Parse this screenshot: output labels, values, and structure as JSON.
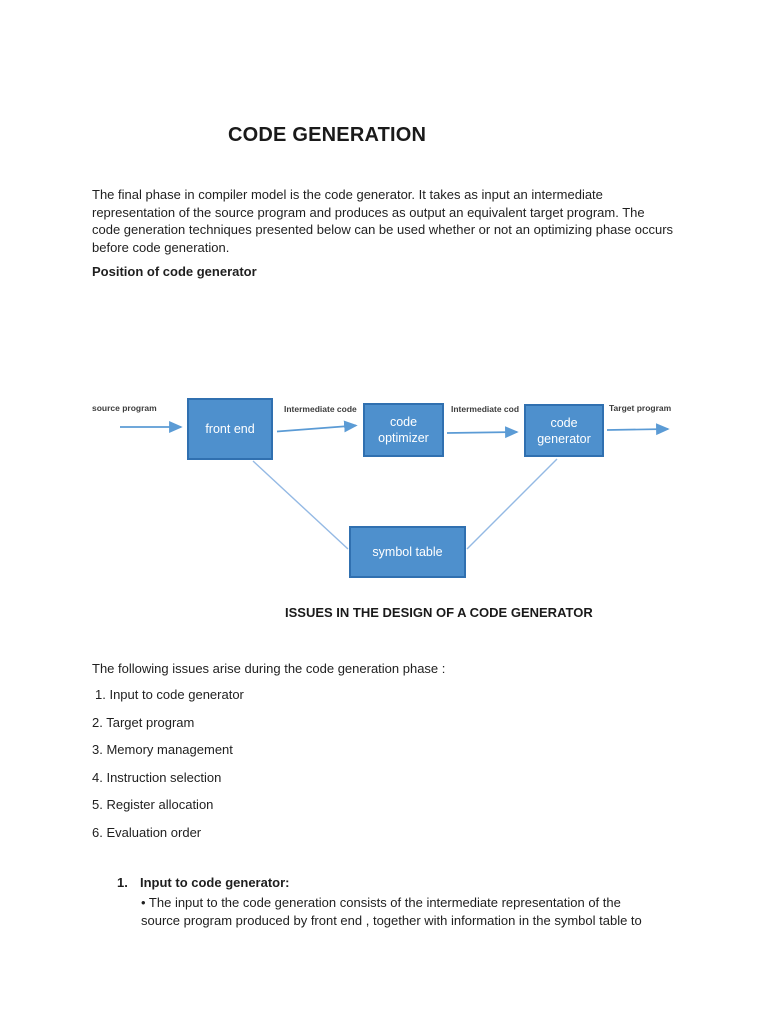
{
  "document": {
    "title": "CODE GENERATION",
    "intro": "The final phase in compiler model is the code generator. It takes as input an intermediate representation of the source program and produces as output an equivalent target program. The code generation techniques presented below can be used whether or not an optimizing phase occurs before code generation.",
    "position_heading": "Position of code generator",
    "issues_heading": "ISSUES IN THE DESIGN OF A CODE GENERATOR",
    "issues_intro": "The following issues arise during the code generation phase :",
    "issues": [
      "1. Input to code generator",
      "2. Target program",
      "3. Memory management",
      "4. Instruction selection",
      "5. Register allocation",
      "6. Evaluation order"
    ],
    "section1_number": "1.",
    "section1_heading": "Input to code generator:",
    "section1_body": "• The input to the code generation consists of the intermediate representation of the source program produced by front end , together with information in the symbol table to"
  },
  "diagram": {
    "flow_labels": {
      "input": "source program",
      "intermediate1": "Intermediate code",
      "intermediate2": "Intermediate cod",
      "output": "Target program"
    },
    "boxes": {
      "front_end": "front end",
      "code_optimizer": "code optimizer",
      "code_generator": "code generator",
      "symbol_table": "symbol table"
    },
    "colors": {
      "box_fill": "#4E90CD",
      "box_border": "#3070B0",
      "arrow": "#5B9BD5",
      "connector": "#94B9E4"
    }
  }
}
